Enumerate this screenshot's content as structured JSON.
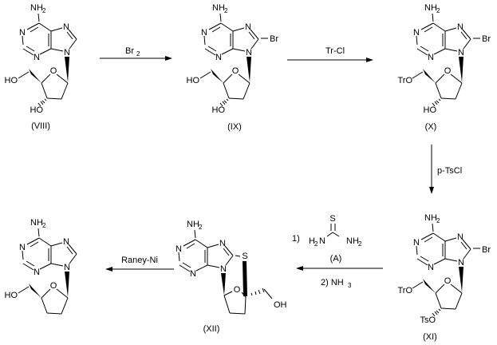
{
  "colors": {
    "ink": "#000000",
    "background": "#ffffff"
  },
  "labels": {
    "N": "N",
    "NH": "NH",
    "sub2": "2",
    "O": "O",
    "HO": "HO",
    "OH": "OH",
    "Br": "Br",
    "TrO": "TrO",
    "TsO": "TsO",
    "S": "S",
    "H": "H"
  },
  "captions": {
    "viii": "(VIII)",
    "ix": "(IX)",
    "x": "(X)",
    "xi": "(XI)",
    "xii": "(XII)"
  },
  "reagents": {
    "br2_main": "Br",
    "br2_sub": "2",
    "trcl": "Tr-Cl",
    "ptscl": "p-TsCl",
    "step1": "1)",
    "a_caption": "(A)",
    "step2_main": "2) NH",
    "step2_sub": "3",
    "raney": "Raney-Ni"
  }
}
